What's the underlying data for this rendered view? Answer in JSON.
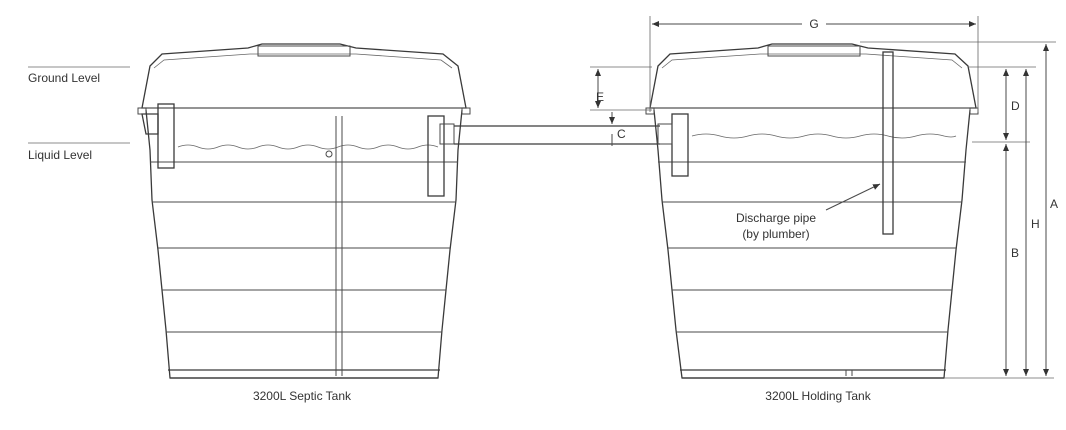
{
  "labels": {
    "ground_level": "Ground Level",
    "liquid_level": "Liquid Level",
    "septic_tank": "3200L Septic Tank",
    "holding_tank": "3200L Holding Tank",
    "discharge_line1": "Discharge pipe",
    "discharge_line2": "(by plumber)"
  },
  "dimensions": {
    "A": "A",
    "B": "B",
    "C": "C",
    "D": "D",
    "E": "E",
    "G": "G",
    "H": "H"
  }
}
